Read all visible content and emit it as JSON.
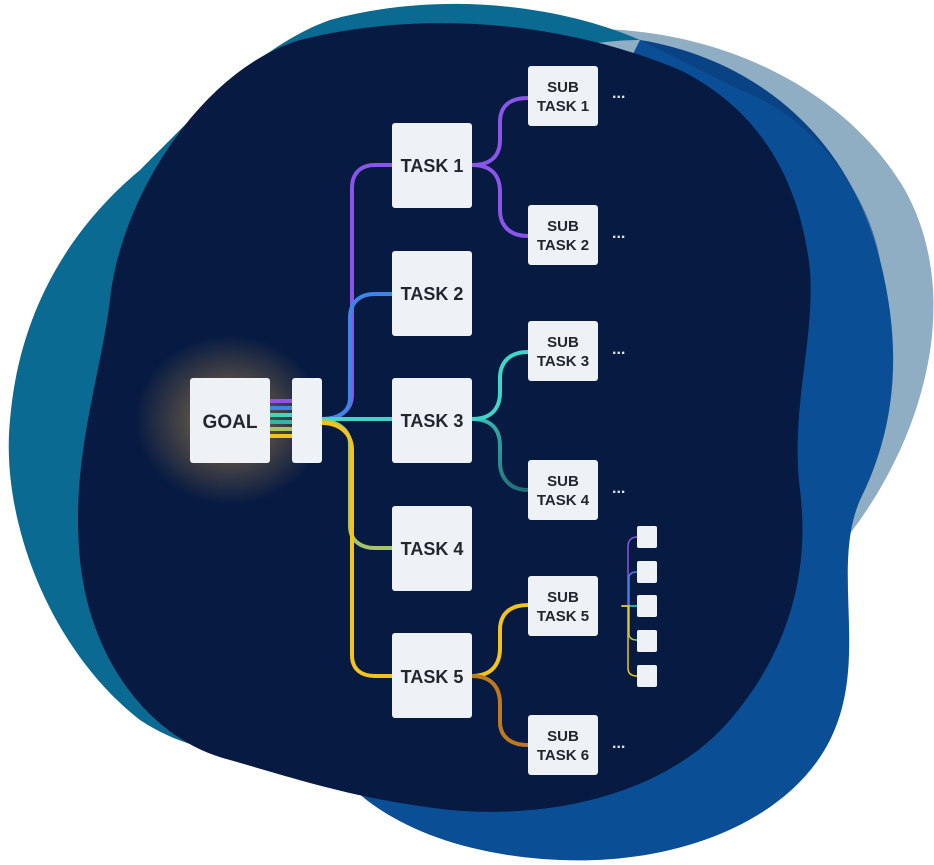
{
  "diagram": {
    "goal": {
      "label": "GOAL"
    },
    "tasks": [
      {
        "label": "TASK 1"
      },
      {
        "label": "TASK 2"
      },
      {
        "label": "TASK 3"
      },
      {
        "label": "TASK 4"
      },
      {
        "label": "TASK 5"
      }
    ],
    "subtasks": [
      {
        "line1": "SUB",
        "line2": "TASK 1",
        "parent": "TASK 1"
      },
      {
        "line1": "SUB",
        "line2": "TASK 2",
        "parent": "TASK 1"
      },
      {
        "line1": "SUB",
        "line2": "TASK 3",
        "parent": "TASK 3"
      },
      {
        "line1": "SUB",
        "line2": "TASK 4",
        "parent": "TASK 3"
      },
      {
        "line1": "SUB",
        "line2": "TASK 5",
        "parent": "TASK 5"
      },
      {
        "line1": "SUB",
        "line2": "TASK 6",
        "parent": "TASK 5"
      }
    ],
    "ellipsis": "...",
    "colors": {
      "task1": "#8a55e8",
      "task2": "#3d86e8",
      "task3": "#3fd6c8",
      "task4": "#a6c46a",
      "task5": "#f2c41c",
      "subtask6": "#c0781c",
      "background_dark": "#051a40",
      "blob_teal": "#0a6b93",
      "blob_blue": "#0b4f96",
      "blob_grey": "#8aa9bf",
      "box": "#eef1f6",
      "glow": "#ffd27a"
    }
  }
}
